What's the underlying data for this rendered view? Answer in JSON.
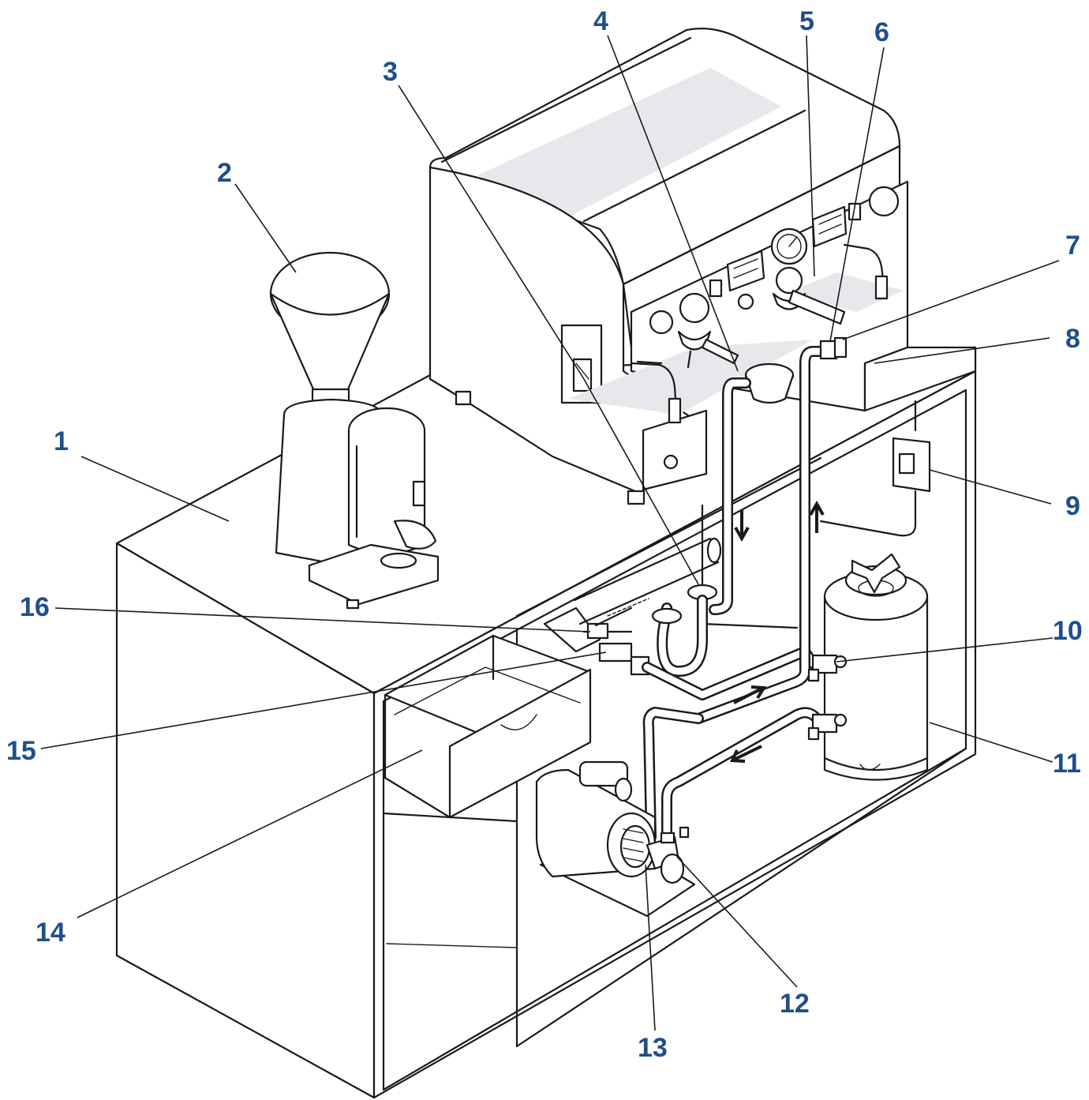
{
  "diagram": {
    "accent_color": "#1f4e8c",
    "callouts": [
      {
        "id": "1",
        "text": "1"
      },
      {
        "id": "2",
        "text": "2"
      },
      {
        "id": "3",
        "text": "3"
      },
      {
        "id": "4",
        "text": "4"
      },
      {
        "id": "5",
        "text": "5"
      },
      {
        "id": "6",
        "text": "6"
      },
      {
        "id": "7",
        "text": "7"
      },
      {
        "id": "8",
        "text": "8"
      },
      {
        "id": "9",
        "text": "9"
      },
      {
        "id": "10",
        "text": "10"
      },
      {
        "id": "11",
        "text": "11"
      },
      {
        "id": "12",
        "text": "12"
      },
      {
        "id": "13",
        "text": "13"
      },
      {
        "id": "14",
        "text": "14"
      },
      {
        "id": "15",
        "text": "15"
      },
      {
        "id": "16",
        "text": "16"
      }
    ]
  }
}
